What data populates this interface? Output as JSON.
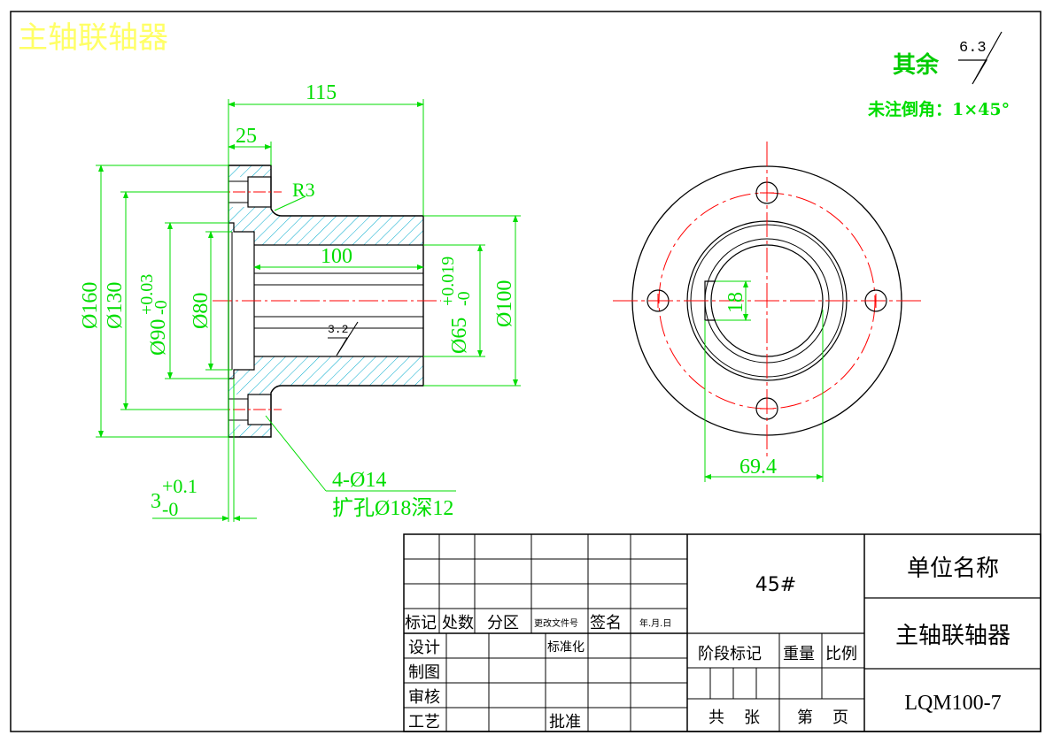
{
  "drawing_title": "主轴联轴器",
  "surface_finish": {
    "prefix": "其余",
    "value": "6.3"
  },
  "chamfer_note": "未注倒角：1×45°",
  "section_view": {
    "len_115": "115",
    "len_25": "25",
    "radius": "R3",
    "len_100": "100",
    "dia_160": "Ø160",
    "dia_130": "Ø130",
    "dia_90": "Ø90",
    "dia_90_tol_upper": "+0.03",
    "dia_90_tol_lower": "-0",
    "dia_80": "Ø80",
    "dia_65": "Ø65",
    "dia_65_tol_upper": "+0.019",
    "dia_65_tol_lower": "-0",
    "dia_100": "Ø100",
    "roughness_bore": "3.2",
    "hole_note_1": "4-Ø14",
    "hole_note_2": "扩孔Ø18深12",
    "step_3": "3",
    "step_3_tol_upper": "+0.1",
    "step_3_tol_lower": "-0"
  },
  "end_view": {
    "key_width": "18",
    "key_depth": "69.4"
  },
  "title_block": {
    "rev_headers": [
      "标记",
      "处数",
      "分区",
      "更改文件号",
      "签名",
      "年.月.日"
    ],
    "roles": [
      "设计",
      "制图",
      "审核",
      "工艺"
    ],
    "standardize": "标准化",
    "approve": "批准",
    "material": "45#",
    "stage_mark": "阶段标记",
    "weight": "重量",
    "scale": "比例",
    "total": "共",
    "sheets": "张",
    "sheet_no": "第",
    "page": "页",
    "company": "单位名称",
    "part_name": "主轴联轴器",
    "drawing_no": "LQM100-7"
  }
}
